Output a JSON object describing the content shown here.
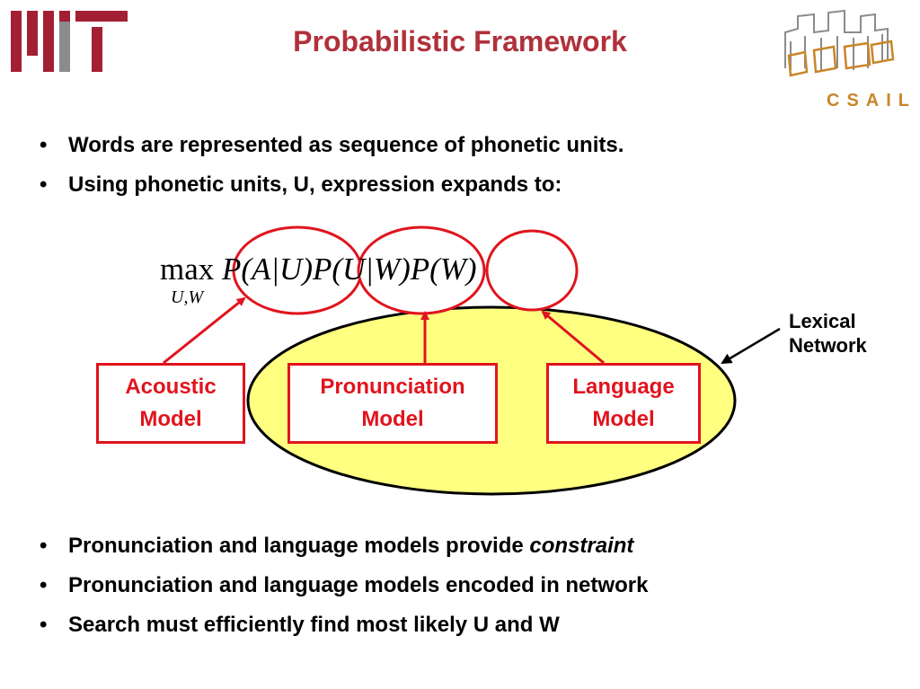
{
  "header": {
    "title": "Probabilistic Framework",
    "mit_logo_text": "MIT",
    "csail_logo_text": "CSAIL"
  },
  "top_bullets": [
    {
      "text": "Words are represented as sequence of phonetic units."
    },
    {
      "text": "Using phonetic units, U, expression expands to:"
    }
  ],
  "formula": {
    "operator": "max",
    "subscript": "U,W",
    "term1": "P(A|U)",
    "term2": "P(U|W)",
    "term3": "P(W)"
  },
  "diagram": {
    "boxes": [
      {
        "line1": "Acoustic",
        "line2": "Model"
      },
      {
        "line1": "Pronunciation",
        "line2": "Model"
      },
      {
        "line1": "Language",
        "line2": "Model"
      }
    ],
    "lexical_network_line1": "Lexical",
    "lexical_network_line2": "Network"
  },
  "bottom_bullets": [
    {
      "text": "Pronunciation and language models provide ",
      "emph": "constraint"
    },
    {
      "text": "Pronunciation and language models encoded in network"
    },
    {
      "text": "Search must efficiently find most likely U and W"
    }
  ],
  "colors": {
    "title": "#b0313b",
    "accent_red": "#e0141e",
    "ellipse_fill": "#ffff80",
    "mit_red": "#a31f34",
    "mit_gray": "#8a8b8c",
    "csail_orange": "#c8862a"
  }
}
